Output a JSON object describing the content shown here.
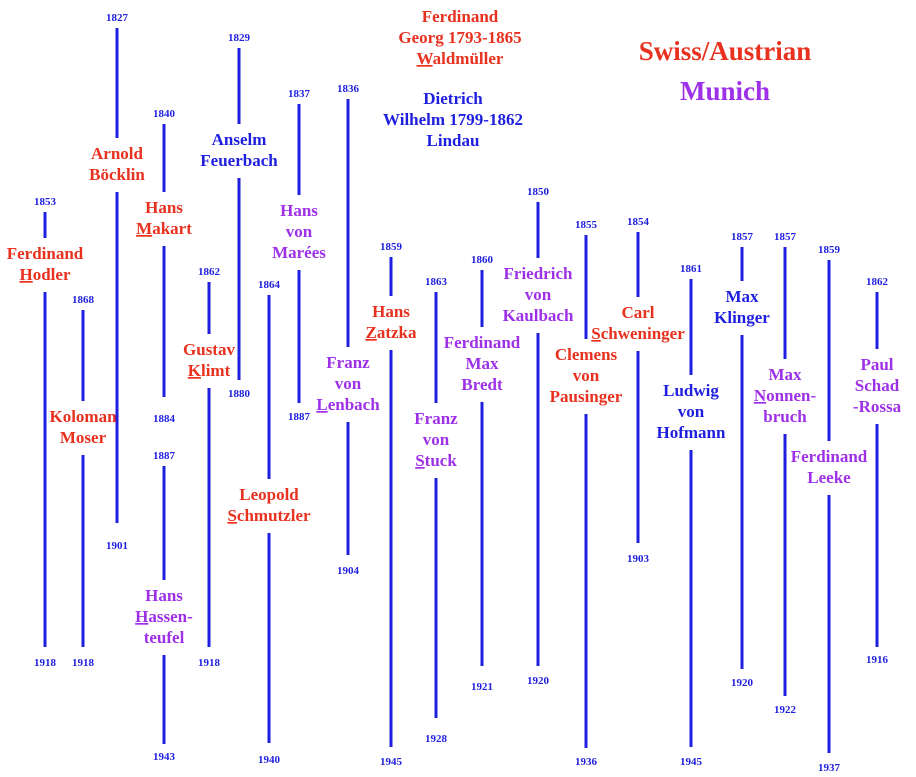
{
  "colors": {
    "line": "#1f1fe0",
    "swiss_austrian": "#e8311f",
    "munich": "#9e31e8",
    "other": "#1f1fe0"
  },
  "legend": [
    {
      "text": "Swiss/Austrian",
      "group": "swiss_austrian"
    },
    {
      "text": "Munich",
      "group": "munich"
    }
  ],
  "artists": [
    {
      "id": "hodler",
      "born": "1853",
      "died": "1918",
      "group": "swiss_austrian",
      "lines": [
        "Ferdinand",
        "|Hodler"
      ]
    },
    {
      "id": "boecklin",
      "born": "1827",
      "died": "1901",
      "group": "swiss_austrian",
      "lines": [
        "Arnold",
        "Böcklin"
      ]
    },
    {
      "id": "moser",
      "born": "1868",
      "died": "1918",
      "group": "swiss_austrian",
      "lines": [
        "Koloman",
        "Moser"
      ]
    },
    {
      "id": "makart",
      "born": "1840",
      "died": "1884",
      "group": "swiss_austrian",
      "lines": [
        "Hans",
        "|Makart"
      ]
    },
    {
      "id": "hassenteufel",
      "born": "1887",
      "died": "1943",
      "group": "munich",
      "lines": [
        "Hans",
        "|Hassen-",
        "teufel"
      ]
    },
    {
      "id": "feuerbach",
      "born": "1829",
      "died": "1880",
      "group": "other",
      "lines": [
        "Anselm",
        "Feuerbach"
      ]
    },
    {
      "id": "klimt",
      "born": "1862",
      "died": "1918",
      "group": "swiss_austrian",
      "lines": [
        "Gustav",
        "|Klimt"
      ]
    },
    {
      "id": "schmutzler",
      "born": "1864",
      "died": "1940",
      "group": "swiss_austrian",
      "lines": [
        "Leopold",
        "|Schmutzler"
      ]
    },
    {
      "id": "marees",
      "born": "1837",
      "died": "1887",
      "group": "munich",
      "lines": [
        "Hans",
        "von",
        "Marées"
      ]
    },
    {
      "id": "lenbach",
      "born": "1836",
      "died": "1904",
      "group": "munich",
      "lines": [
        "Franz",
        "von",
        "|Lenbach"
      ]
    },
    {
      "id": "zatzka",
      "born": "1859",
      "died": "1945",
      "group": "swiss_austrian",
      "lines": [
        "Hans",
        "|Zatzka"
      ]
    },
    {
      "id": "stuck",
      "born": "1863",
      "died": "1928",
      "group": "munich",
      "lines": [
        "Franz",
        "von",
        "|Stuck"
      ]
    },
    {
      "id": "bredt",
      "born": "1860",
      "died": "1921",
      "group": "munich",
      "lines": [
        "Ferdinand",
        "Max",
        "Bredt"
      ]
    },
    {
      "id": "kaulbach",
      "born": "1850",
      "died": "1920",
      "group": "munich",
      "lines": [
        "Friedrich",
        "von",
        "Kaulbach"
      ]
    },
    {
      "id": "pausinger",
      "born": "1855",
      "died": "1936",
      "group": "swiss_austrian",
      "lines": [
        "Clemens",
        "von",
        "Pausinger"
      ]
    },
    {
      "id": "schweninger",
      "born": "1854",
      "died": "1903",
      "group": "swiss_austrian",
      "lines": [
        "Carl",
        "|Schweninger"
      ]
    },
    {
      "id": "hofmann",
      "born": "1861",
      "died": "1945",
      "group": "other",
      "lines": [
        "Ludwig",
        "von",
        "Hofmann"
      ]
    },
    {
      "id": "klinger",
      "born": "1857",
      "died": "1920",
      "group": "other",
      "lines": [
        "Max",
        "Klinger"
      ]
    },
    {
      "id": "nonnenbruch",
      "born": "1857",
      "died": "1922",
      "group": "munich",
      "lines": [
        "Max",
        "|Nonnen-",
        "bruch"
      ]
    },
    {
      "id": "leeke",
      "born": "1859",
      "died": "1937",
      "group": "munich",
      "lines": [
        "Ferdinand",
        "Leeke"
      ]
    },
    {
      "id": "schad",
      "born": "1862",
      "died": "1916",
      "group": "munich",
      "lines": [
        "Paul",
        "Schad",
        "-Rossa"
      ]
    }
  ],
  "annotations": [
    {
      "id": "waldmueller",
      "group": "swiss_austrian",
      "lines": [
        "Ferdinand",
        "Georg  1793-1865",
        "|Waldmüller"
      ]
    },
    {
      "id": "lindau",
      "group": "other",
      "lines": [
        "Dietrich",
        "Wilhelm  1799-1862",
        "Lindau"
      ]
    }
  ]
}
